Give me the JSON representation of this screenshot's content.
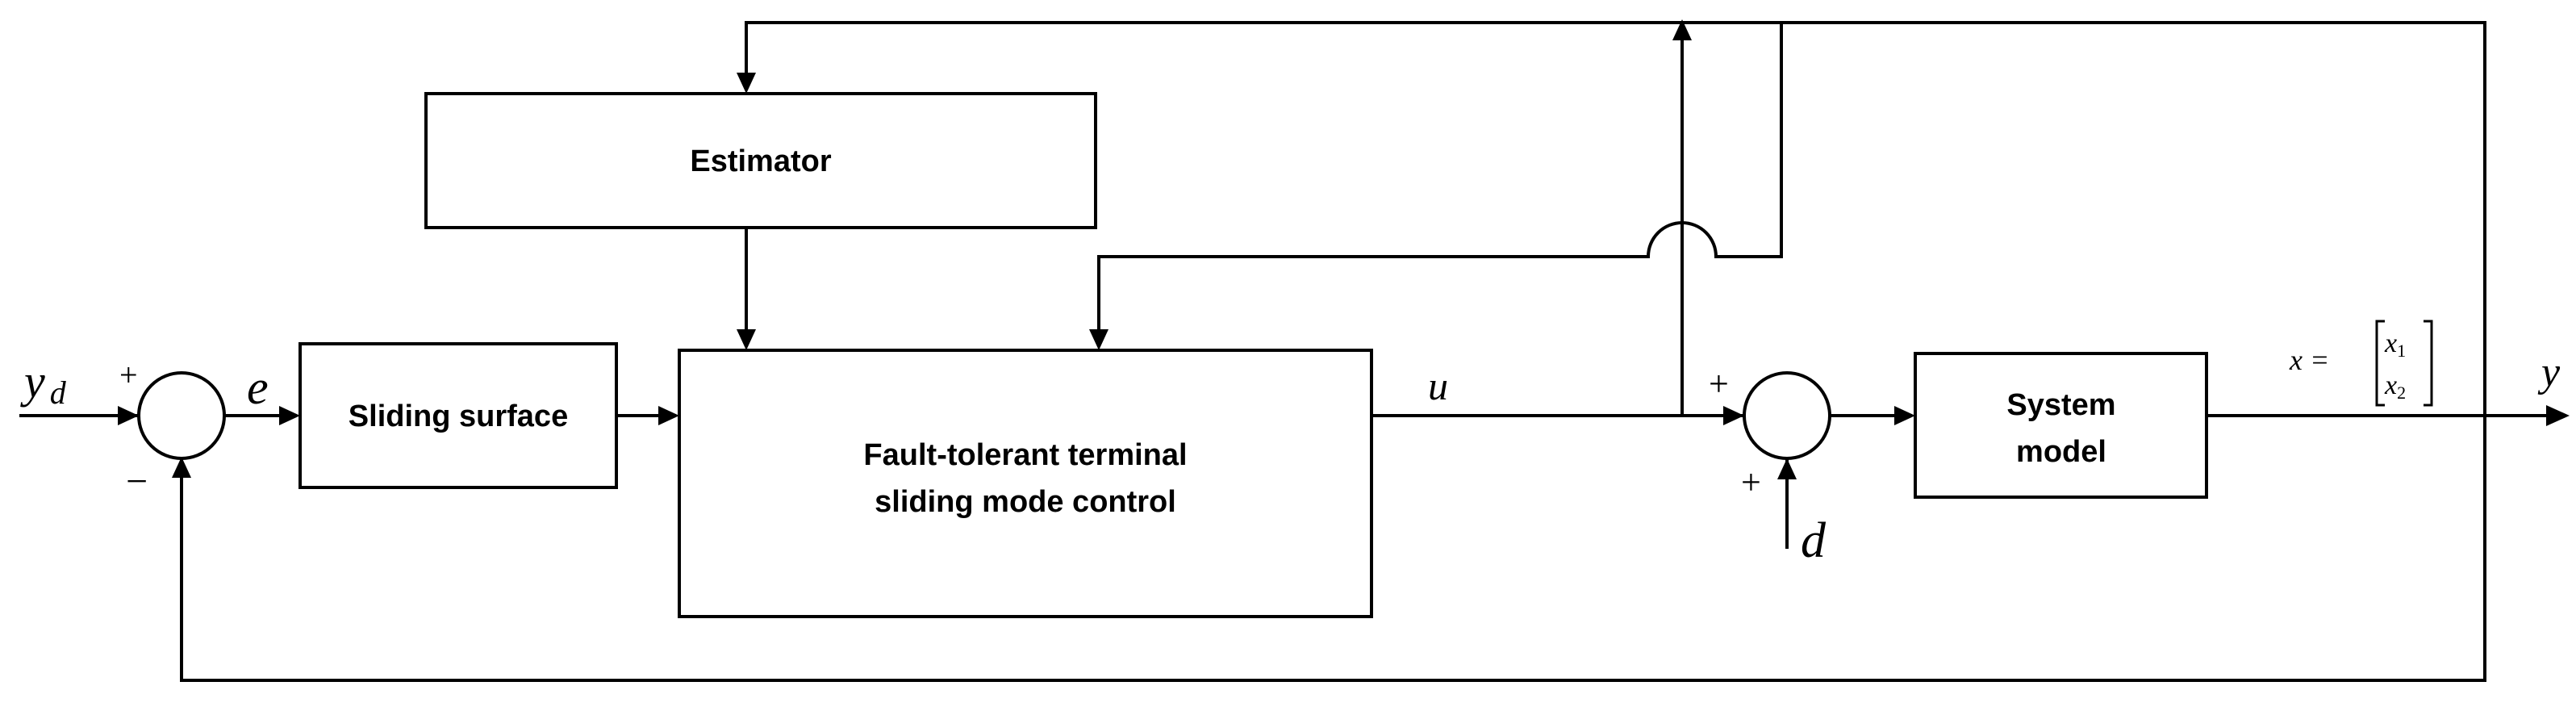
{
  "diagram": {
    "blocks": {
      "estimator": "Estimator",
      "sliding_surface": "Sliding surface",
      "controller_line1": "Fault-tolerant terminal",
      "controller_line2": "sliding mode control",
      "system_line1": "System",
      "system_line2": "model"
    },
    "signals": {
      "reference": "y",
      "reference_sub": "d",
      "error": "e",
      "control": "u",
      "disturbance": "d",
      "output": "y",
      "state_lhs": "x =",
      "state_x1": "x",
      "state_x1_sub": "1",
      "state_x2": "x",
      "state_x2_sub": "2"
    },
    "signs": {
      "sum1_top": "+",
      "sum1_bottom": "−",
      "sum2_left": "+",
      "sum2_bottom": "+"
    }
  }
}
